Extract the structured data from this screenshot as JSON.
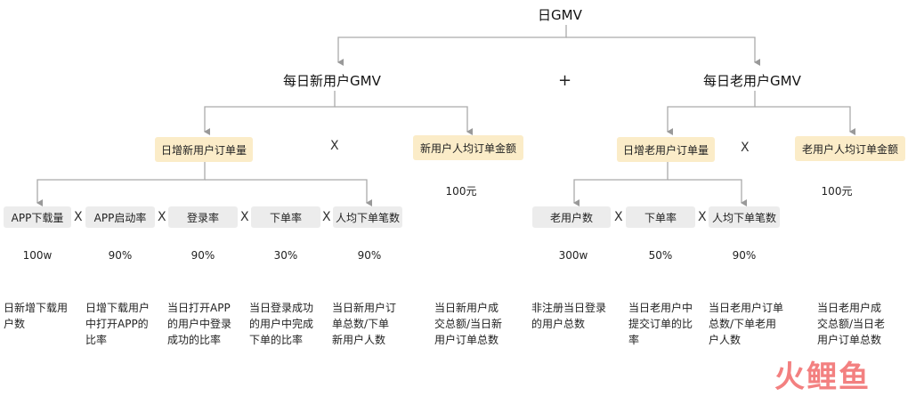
{
  "root": "日GMV",
  "plus": "+",
  "times": "X",
  "left": {
    "title": "每日新用户GMV",
    "order_box": "日增新用户订单量",
    "aov_box": "新用户人均订单金额",
    "aov_value": "100元",
    "aov_desc": [
      "当日新用户成",
      "交总额/当日新",
      "用户订单总数"
    ],
    "factors": [
      {
        "label": "APP下载量",
        "value": "100w",
        "desc": [
          "日新增下载用",
          "户数"
        ]
      },
      {
        "label": "APP启动率",
        "value": "90%",
        "desc": [
          "日增下载用户",
          "中打开APP的",
          "比率"
        ]
      },
      {
        "label": "登录率",
        "value": "90%",
        "desc": [
          "当日打开APP",
          "的用户中登录",
          "成功的比率"
        ]
      },
      {
        "label": "下单率",
        "value": "30%",
        "desc": [
          "当日登录成功",
          "的用户中完成",
          "下单的比率"
        ]
      },
      {
        "label": "人均下单笔数",
        "value": "90%",
        "desc": [
          "当日新用户订",
          "单总数/下单",
          "新用户人数"
        ]
      }
    ]
  },
  "right": {
    "title": "每日老用户GMV",
    "order_box": "日增老用户订单量",
    "aov_box": "老用户人均订单金额",
    "aov_value": "100元",
    "aov_desc": [
      "当日老用户成",
      "交总额/当日老",
      "用户订单总数"
    ],
    "factors": [
      {
        "label": "老用户数",
        "value": "300w",
        "desc": [
          "非注册当日登录",
          "的用户总数"
        ]
      },
      {
        "label": "下单率",
        "value": "50%",
        "desc": [
          "当日老用户中",
          "提交订单的比",
          "率"
        ]
      },
      {
        "label": "人均下单笔数",
        "value": "90%",
        "desc": [
          "当日老用户订单",
          "总数/下单老用",
          "户人数"
        ]
      }
    ]
  },
  "watermark": "火鲤鱼",
  "colors": {
    "highlight_box": "#fbecc8",
    "factor_box": "#ececec",
    "connector": "#999999",
    "watermark": "#f16a6a"
  }
}
